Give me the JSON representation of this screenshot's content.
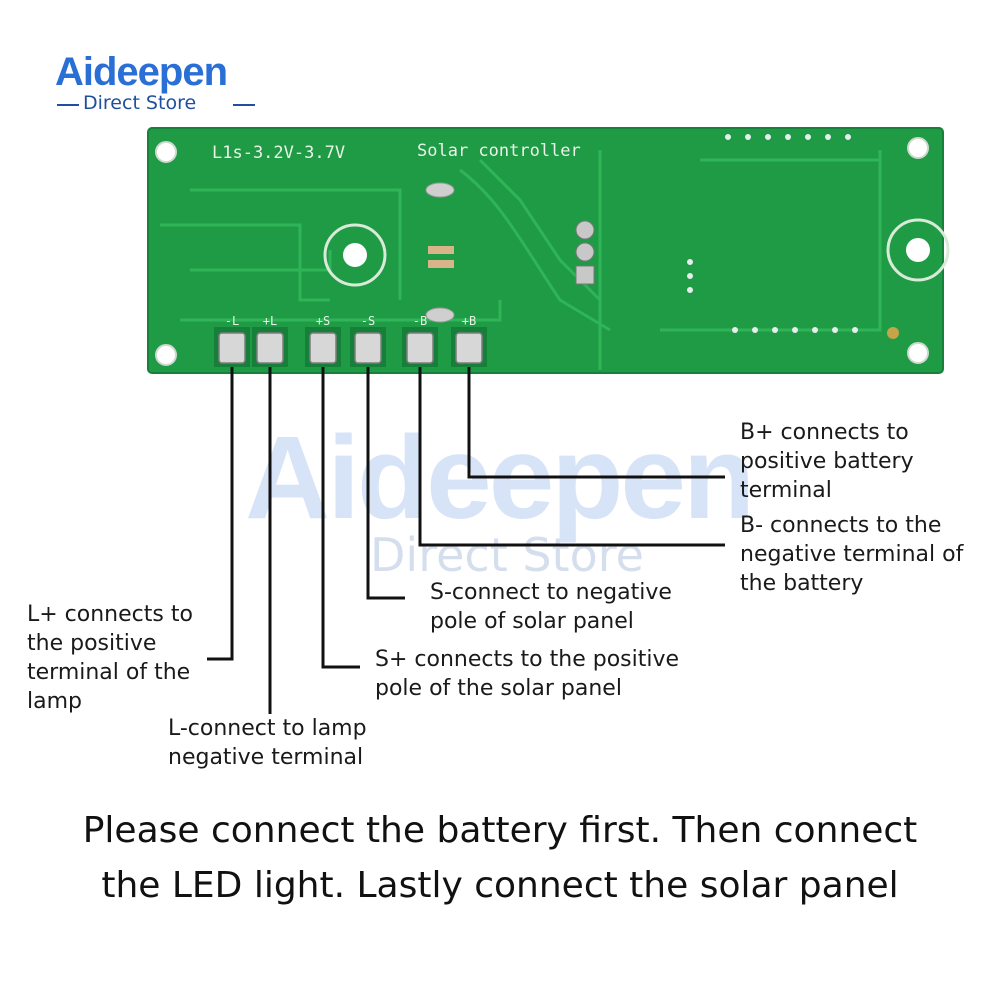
{
  "logo": {
    "brand": "Aideepen",
    "sub": "Direct Store"
  },
  "watermark": {
    "brand": "Aideepen",
    "sub": "Direct Store"
  },
  "board": {
    "silkscreen_title": "L1s-3.2V-3.7V",
    "silkscreen_subtitle": "Solar controller",
    "terminals": [
      "-L",
      "+L",
      "+S",
      "-S",
      "-B",
      "+B"
    ],
    "pcb_color": "#1f9a45"
  },
  "callouts": {
    "b_plus": "B+ connects to\npositive battery\nterminal",
    "b_minus": "B- connects to the\nnegative terminal of\nthe battery",
    "s_minus": "S-connect to negative\npole of solar panel",
    "s_plus": "S+ connects to the positive\npole of the solar panel",
    "l_plus": "L+ connects to\nthe positive\nterminal of the\nlamp",
    "l_minus": "L-connect to lamp\nnegative terminal"
  },
  "footer": {
    "line1": "Please connect the battery first. Then connect",
    "line2": "the LED light. Lastly connect the solar panel"
  }
}
